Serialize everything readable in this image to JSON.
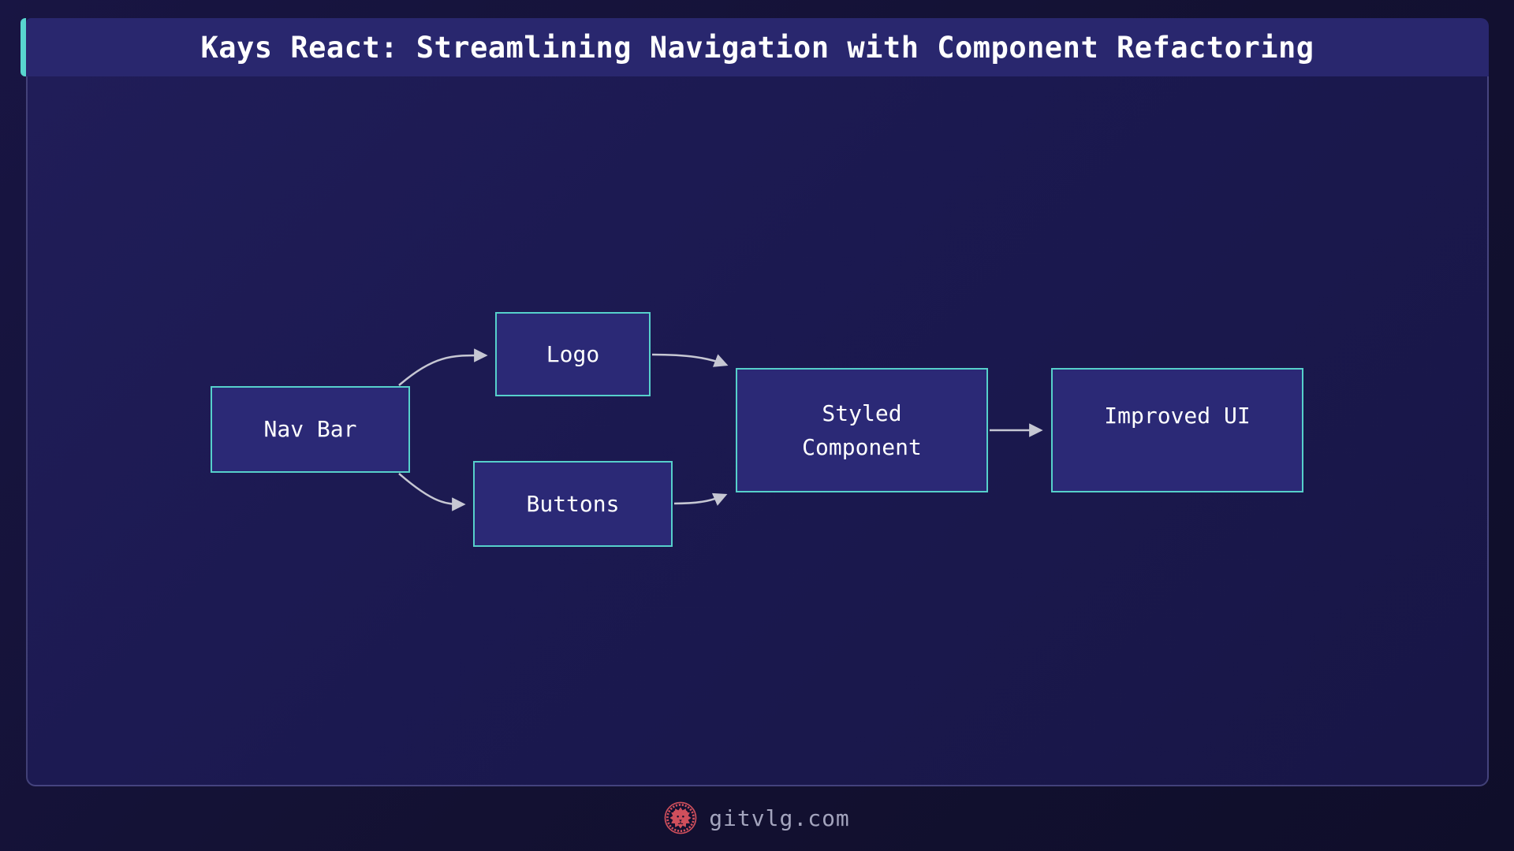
{
  "title": "Kays React: Streamlining Navigation with Component Refactoring",
  "diagram": {
    "type": "flowchart",
    "direction": "left-to-right",
    "nodes": [
      {
        "id": "nav-bar",
        "label": "Nav Bar"
      },
      {
        "id": "logo",
        "label": "Logo"
      },
      {
        "id": "buttons",
        "label": "Buttons"
      },
      {
        "id": "styled-component",
        "label": "Styled Component"
      },
      {
        "id": "improved-ui",
        "label": "Improved UI"
      }
    ],
    "edges": [
      {
        "from": "nav-bar",
        "to": "logo"
      },
      {
        "from": "nav-bar",
        "to": "buttons"
      },
      {
        "from": "logo",
        "to": "styled-component"
      },
      {
        "from": "buttons",
        "to": "styled-component"
      },
      {
        "from": "styled-component",
        "to": "improved-ui"
      }
    ]
  },
  "footer": {
    "site": "gitvlg.com",
    "logo_icon": "lion-emblem-icon"
  },
  "colors": {
    "accent_teal": "#58d5cf",
    "node_border": "#56d0cb",
    "node_fill": "#2b2976",
    "title_bar_bg": "#29276e",
    "panel_bg": "#1b1950",
    "page_bg": "#131132",
    "edge_stroke": "#c6c7d3",
    "lion_red": "#cf4f5c",
    "footer_text": "#a3a4bd",
    "title_text": "#ffffff",
    "node_text": "#ffffff"
  }
}
